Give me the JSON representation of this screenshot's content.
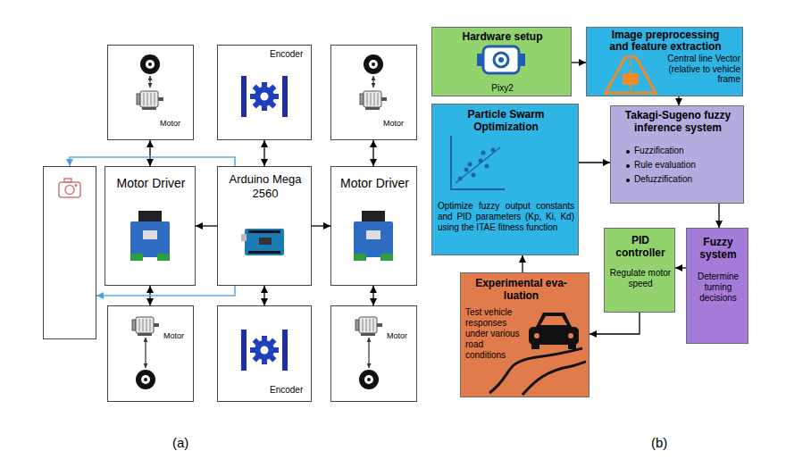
{
  "diagram": {
    "nodes": [
      {
        "text": [
          "Motor"
        ]
      },
      {
        "text": [
          "Encoder"
        ]
      },
      {
        "text": [
          "Motor"
        ]
      },
      {
        "text": []
      },
      {
        "text": [
          "Motor Driver"
        ]
      },
      {
        "text": [
          "Arduino Mega 2560"
        ]
      },
      {
        "text": [
          "Motor Driver"
        ]
      },
      {
        "text": [
          "Motor"
        ]
      },
      {
        "text": [
          "Encoder"
        ]
      },
      {
        "text": [
          "Motor"
        ]
      },
      {
        "text": [
          "Hardware setup",
          "Pixy2"
        ]
      },
      {
        "text": [
          "Image preprocessing and feature extraction",
          "Central line Vector (relative to vehicle frame"
        ]
      },
      {
        "text": [
          "Particle Swarm Optimization",
          "Optimize fuzzy output constants and PID parameters (Kp, Ki, Kd) using the ITAE fitness function"
        ]
      },
      {
        "text": [
          "Takagi-Sugeno fuzzy inference system",
          "Fuzzification",
          "Rule evaluation",
          "Defuzzification"
        ]
      },
      {
        "text": [
          "PID controller",
          "Regulate motor speed"
        ]
      },
      {
        "text": [
          "Fuzzy system",
          "Determine turning decisions"
        ]
      },
      {
        "text": [
          "Experimental eva- luation",
          "Test vehicle responses under various road conditions"
        ]
      }
    ],
    "edges": [
      {
        "from": 0,
        "to": 4,
        "arrow": "both"
      },
      {
        "from": 1,
        "to": 5,
        "arrow": "both"
      },
      {
        "from": 2,
        "to": 6,
        "arrow": "both"
      },
      {
        "from": 5,
        "to": 4,
        "arrow": "to"
      },
      {
        "from": 5,
        "to": 6,
        "arrow": "to"
      },
      {
        "from": 4,
        "to": 7,
        "arrow": "both"
      },
      {
        "from": 5,
        "to": 8,
        "arrow": "both"
      },
      {
        "from": 6,
        "to": 9,
        "arrow": "both"
      },
      {
        "from": 5,
        "to": 3,
        "arrow": "to"
      },
      {
        "from": 5,
        "to": 3,
        "arrow": "to"
      },
      {
        "from": 10,
        "to": 11,
        "arrow": "to"
      },
      {
        "from": 11,
        "to": 13,
        "arrow": "to"
      },
      {
        "from": 12,
        "to": 13,
        "arrow": "to"
      },
      {
        "from": 13,
        "to": 15,
        "arrow": "to"
      },
      {
        "from": 15,
        "to": 14,
        "arrow": "to"
      },
      {
        "from": 14,
        "to": 16,
        "arrow": "to"
      },
      {
        "from": 16,
        "to": 12,
        "arrow": "to"
      }
    ],
    "labels": [
      "(a)",
      "(b)"
    ]
  }
}
